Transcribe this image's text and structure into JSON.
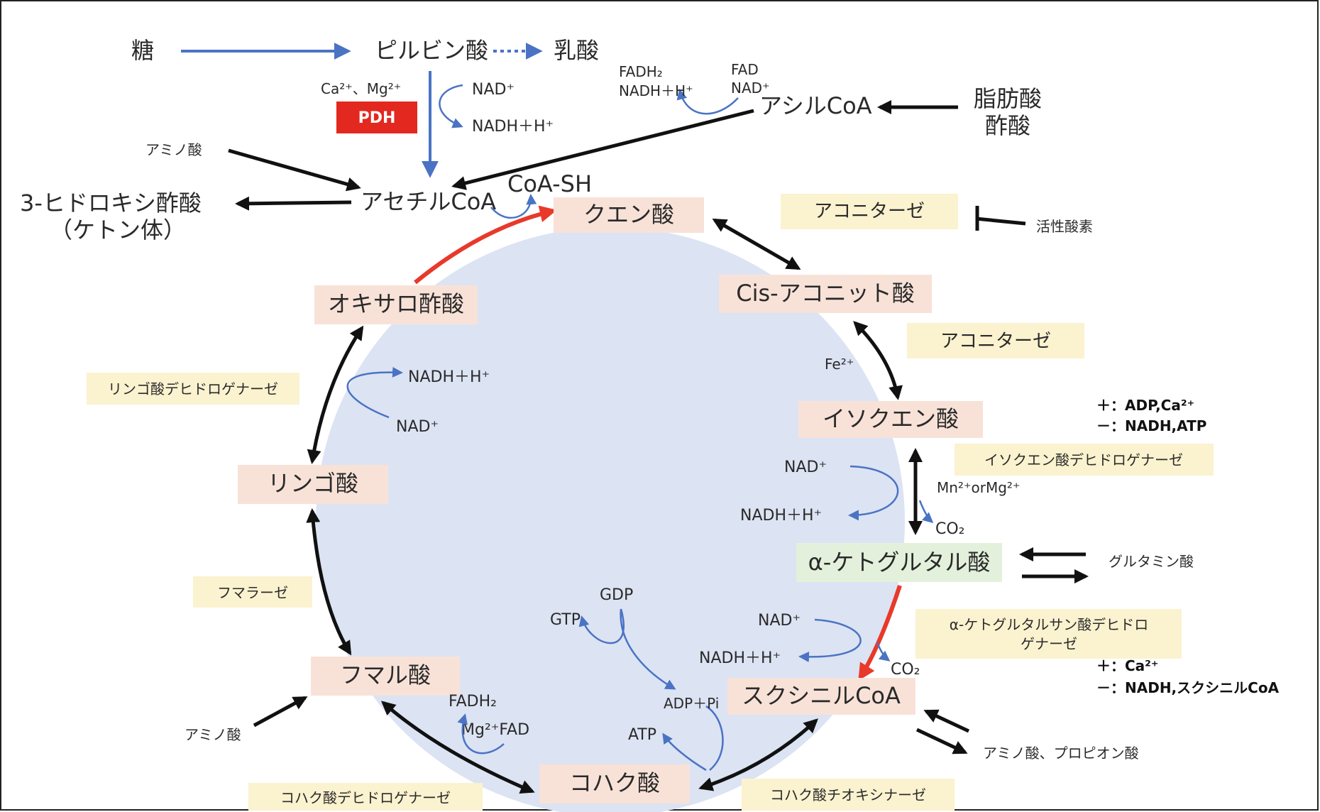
{
  "colors": {
    "cycle_fill": "#dce3f3",
    "metabolite_box": "#f8e2d8",
    "enzyme_box": "#fbf2cf",
    "alpha_kg_box": "#e3f1dc",
    "pdh_box": "#e3281f",
    "blue_arrow": "#4a73c4",
    "red_arrow": "#e8392a"
  },
  "top": {
    "sugar": "糖",
    "pyruvate": "ピルビン酸",
    "lactate": "乳酸",
    "pdh_cofactors": "Ca²⁺、Mg²⁺",
    "pdh": "PDH",
    "nad_in": "NAD⁺",
    "nadh_out": "NADH＋H⁺",
    "amino_acid": "アミノ酸",
    "acetyl_coa": "アセチルCoA",
    "ketone_line1": "3-ヒドロキシ酢酸",
    "ketone_line2": "（ケトン体）",
    "coa_sh": "CoA-SH",
    "acyl_coa": "アシルCoA",
    "fadh2": "FADH₂",
    "nadh_h": "NADH＋H⁺",
    "fad": "FAD",
    "nad": "NAD⁺",
    "fatty_acid": "脂肪酸",
    "acetic_acid": "酢酸"
  },
  "metabolites": {
    "citrate": "クエン酸",
    "cis_aconitate": "Cis-アコニット酸",
    "isocitrate": "イソクエン酸",
    "alpha_kg": "α-ケトグルタル酸",
    "succinyl_coa": "スクシニルCoA",
    "succinate": "コハク酸",
    "fumarate": "フマル酸",
    "malate": "リンゴ酸",
    "oxaloacetate": "オキサロ酢酸"
  },
  "enzymes": {
    "aconitase_1": "アコニターゼ",
    "aconitase_2": "アコニターゼ",
    "isocitrate_dh": "イソクエン酸デヒドロゲナーゼ",
    "akg_dh_line1": "α-ケトグルタルサン酸デヒドロ",
    "akg_dh_line2": "ゲナーゼ",
    "succinyl_synthetase": "コハク酸チオキシナーゼ",
    "succinate_dh": "コハク酸デヒドロゲナーゼ",
    "fumarase": "フマラーゼ",
    "malate_dh": "リンゴ酸デヒドロゲナーゼ"
  },
  "cofactors": {
    "ros": "活性酸素",
    "fe": "Fe²⁺",
    "idh_nad": "NAD⁺",
    "idh_nadh": "NADH＋H⁺",
    "idh_mn": "Mn²⁺orMg²⁺",
    "idh_co2": "CO₂",
    "idh_plus": "＋：ADP,Ca²⁺",
    "idh_minus": "－：NADH,ATP",
    "glutamate": "グルタミン酸",
    "akg_nad": "NAD⁺",
    "akg_nadh": "NADH＋H⁺",
    "akg_co2": "CO₂",
    "akg_plus": "＋：Ca²⁺",
    "akg_minus": "－：NADH,スクシニルCoA",
    "amino_propionic": "アミノ酸、プロピオン酸",
    "gdp": "GDP",
    "gtp": "GTP",
    "adp_pi": "ADP＋Pi",
    "atp": "ATP",
    "fadh2": "FADH₂",
    "mg_fad": "Mg²⁺FAD",
    "amino_fumarate": "アミノ酸",
    "mdh_nadh": "NADH＋H⁺",
    "mdh_nad": "NAD⁺"
  }
}
